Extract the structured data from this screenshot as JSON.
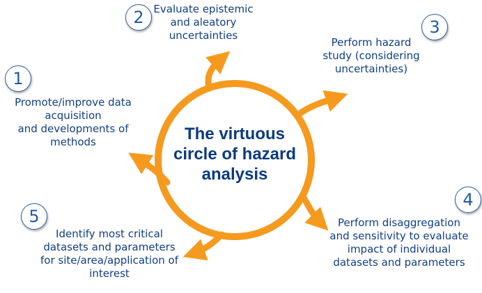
{
  "diagram": {
    "title_lines": [
      "The virtuous",
      "circle of hazard",
      "analysis"
    ],
    "colors": {
      "ring": "#f59a1e",
      "text": "#0f3f86",
      "badge_border": "#2f5fa6",
      "badge_number": "#1f5aa8"
    },
    "steps": [
      {
        "number": "1",
        "lines": [
          "Promote/improve data",
          "acquisition",
          "and developments of",
          "methods"
        ]
      },
      {
        "number": "2",
        "lines": [
          "Evaluate epistemic",
          "and aleatory",
          "uncertainties"
        ]
      },
      {
        "number": "3",
        "lines": [
          "Perform hazard",
          "study (considering",
          "uncertainties)"
        ]
      },
      {
        "number": "4",
        "lines": [
          "Perform disaggregation",
          "and sensitivity to evaluate",
          "impact of individual",
          "datasets and parameters"
        ]
      },
      {
        "number": "5",
        "lines": [
          "Identify most critical",
          "datasets and parameters",
          "for site/area/application of",
          "interest"
        ]
      }
    ]
  }
}
